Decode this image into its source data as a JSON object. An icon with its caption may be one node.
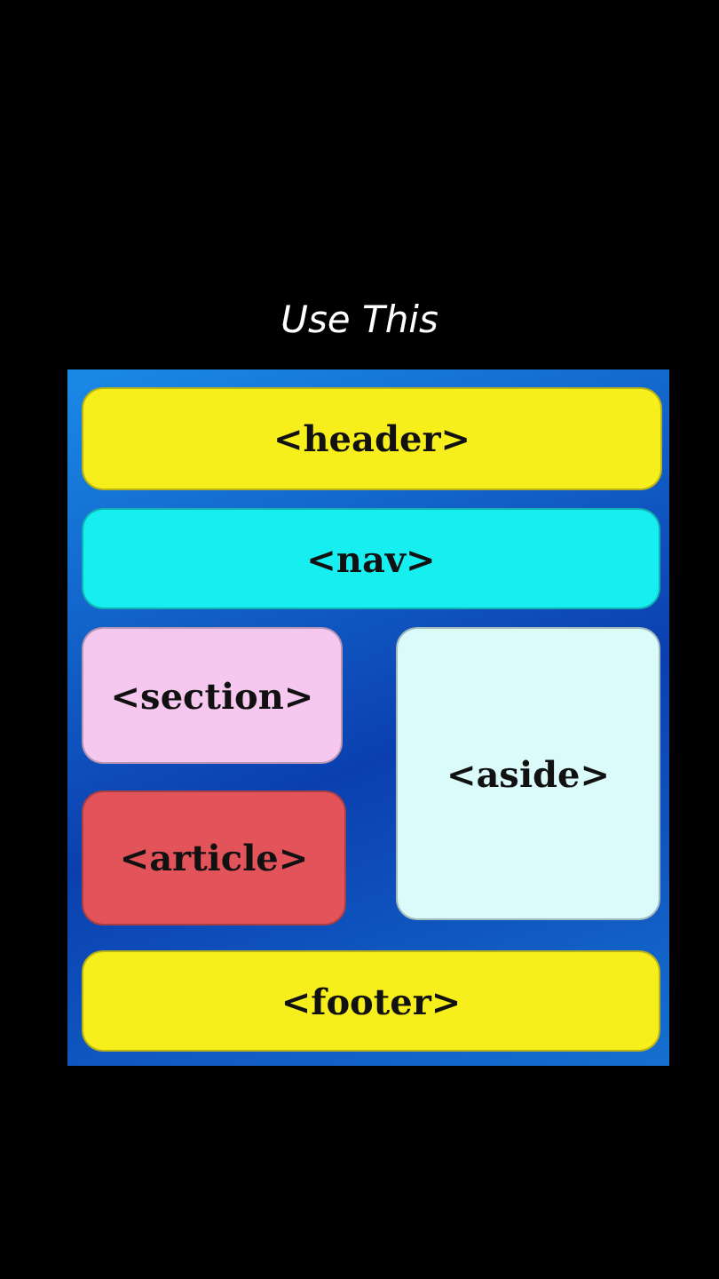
{
  "diagram": {
    "title": "Use This",
    "nodes": [
      {
        "text": [],
        "shape": "box"
      },
      {
        "text": [
          "<header>"
        ],
        "in": 0
      },
      {
        "text": [
          "<nav>"
        ],
        "in": 0
      },
      {
        "text": [
          "<section>"
        ],
        "in": 0
      },
      {
        "text": [
          "<article>"
        ],
        "in": 0
      },
      {
        "text": [
          "<aside>"
        ],
        "in": 0
      },
      {
        "text": [
          "<footer>"
        ],
        "in": 0
      }
    ],
    "edges": []
  }
}
